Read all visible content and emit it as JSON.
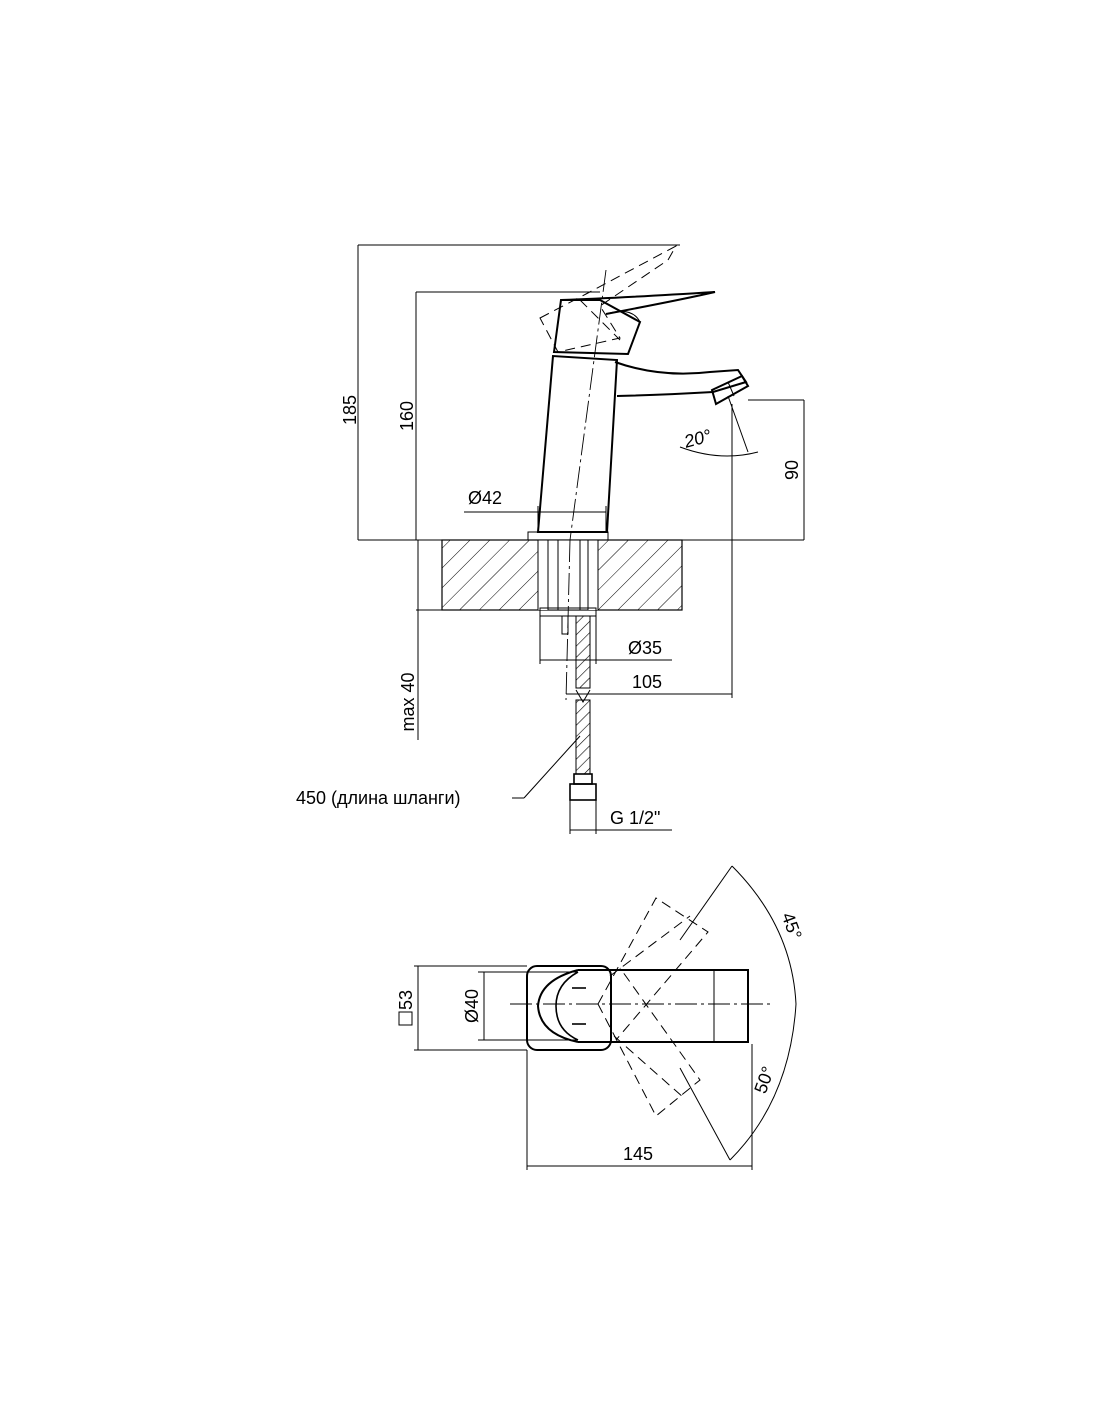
{
  "colors": {
    "line": "#000000",
    "background": "#ffffff"
  },
  "dimensions": {
    "side_view": {
      "total_height": "185",
      "body_height": "160",
      "spout_height": "90",
      "spout_angle": "20°",
      "base_diameter": "Ø42",
      "mount_diameter": "Ø35",
      "spout_reach": "105",
      "max_counter_thickness": "max 40",
      "hose_length": "450 (длина шланги)",
      "thread": "G 1/2\""
    },
    "top_view": {
      "base_square": "53",
      "body_diameter": "Ø40",
      "total_length": "145",
      "rotation_left": "45°",
      "rotation_right": "50°"
    }
  }
}
